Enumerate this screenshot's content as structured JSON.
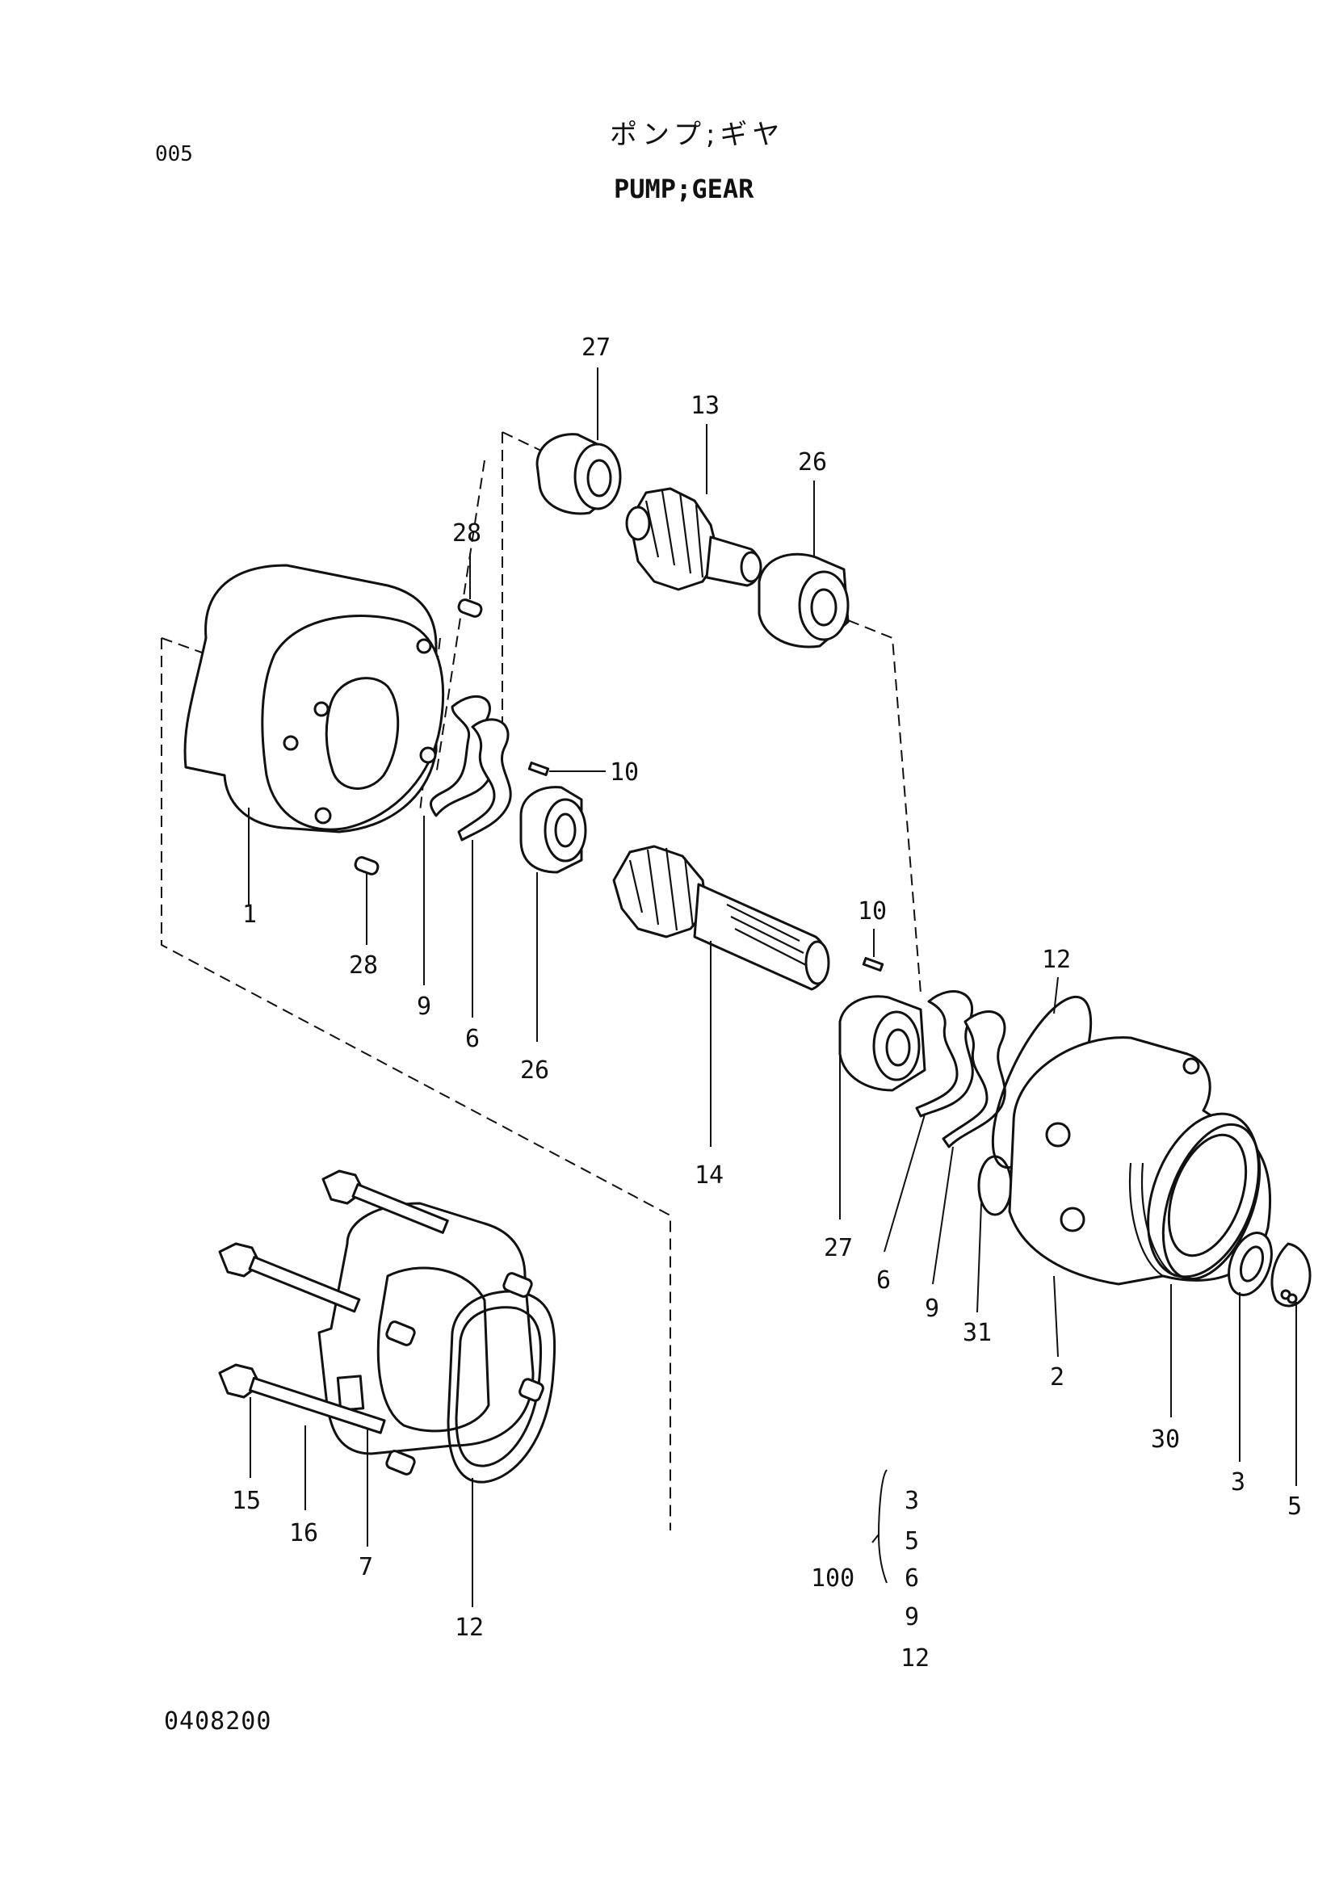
{
  "header": {
    "page_number": "005",
    "title_jp": "ポンプ;ギヤ",
    "title_en": "PUMP;GEAR"
  },
  "footer": {
    "drawing_number": "0408200"
  },
  "callouts": [
    {
      "id": "c27a",
      "label": "27"
    },
    {
      "id": "c13",
      "label": "13"
    },
    {
      "id": "c26a",
      "label": "26"
    },
    {
      "id": "c28a",
      "label": "28"
    },
    {
      "id": "c10a",
      "label": "10"
    },
    {
      "id": "c1",
      "label": "1"
    },
    {
      "id": "c28b",
      "label": "28"
    },
    {
      "id": "c9a",
      "label": "9"
    },
    {
      "id": "c6a",
      "label": "6"
    },
    {
      "id": "c26b",
      "label": "26"
    },
    {
      "id": "c10b",
      "label": "10"
    },
    {
      "id": "c12a",
      "label": "12"
    },
    {
      "id": "c14",
      "label": "14"
    },
    {
      "id": "c27b",
      "label": "27"
    },
    {
      "id": "c6b",
      "label": "6"
    },
    {
      "id": "c9b",
      "label": "9"
    },
    {
      "id": "c31",
      "label": "31"
    },
    {
      "id": "c2",
      "label": "2"
    },
    {
      "id": "c30",
      "label": "30"
    },
    {
      "id": "c3",
      "label": "3"
    },
    {
      "id": "c5",
      "label": "5"
    },
    {
      "id": "c15",
      "label": "15"
    },
    {
      "id": "c16",
      "label": "16"
    },
    {
      "id": "c7",
      "label": "7"
    },
    {
      "id": "c12b",
      "label": "12"
    }
  ],
  "kit": {
    "label": "100",
    "items": [
      "3",
      "5",
      "6",
      "9",
      "12"
    ]
  }
}
